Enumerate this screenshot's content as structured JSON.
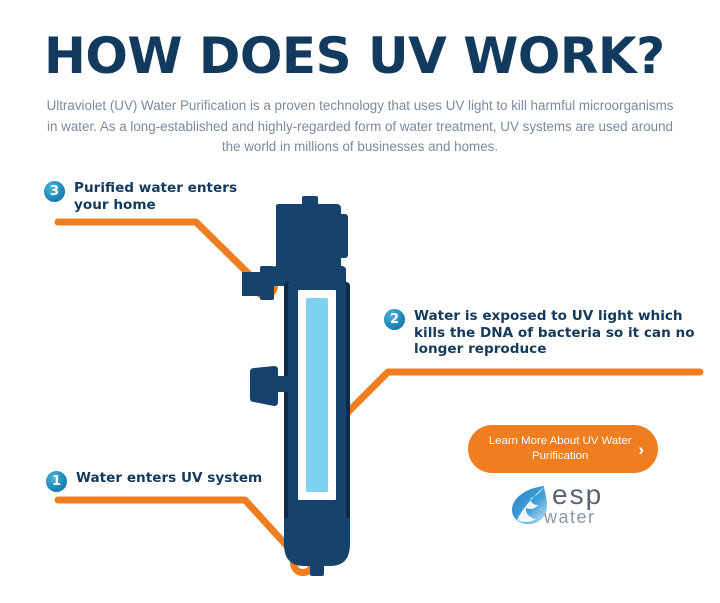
{
  "header": {
    "title": "HOW DOES UV WORK?",
    "intro": "Ultraviolet (UV) Water Purification is a proven technology that uses UV light to kill harmful microorganisms in water. As a long-established and highly-regarded form of water treatment, UV systems are used around the world in millions of businesses and homes."
  },
  "steps": [
    {
      "number": "1",
      "label": "Water enters UV system"
    },
    {
      "number": "2",
      "label": "Water is exposed to UV light which kills the DNA of bacteria so it can no longer reproduce"
    },
    {
      "number": "3",
      "label": "Purified water enters your home"
    }
  ],
  "cta": {
    "label": "Learn More About UV Water Purification",
    "chevron": "chevron-right-icon"
  },
  "logo": {
    "name": "esp",
    "subtitle": "water",
    "mark": "water-droplet-icon"
  },
  "illustration": {
    "name": "uv-water-purification-system",
    "lamp": "uv-lamp-tube"
  },
  "colors": {
    "navy": "#123a5e",
    "body_text": "#7c8a9c",
    "orange": "#ef7e21",
    "badge_blue": "#1b87b8",
    "lamp_blue": "#7ed2ef",
    "device_navy": "#16436b",
    "device_dark": "#0e2a47"
  }
}
